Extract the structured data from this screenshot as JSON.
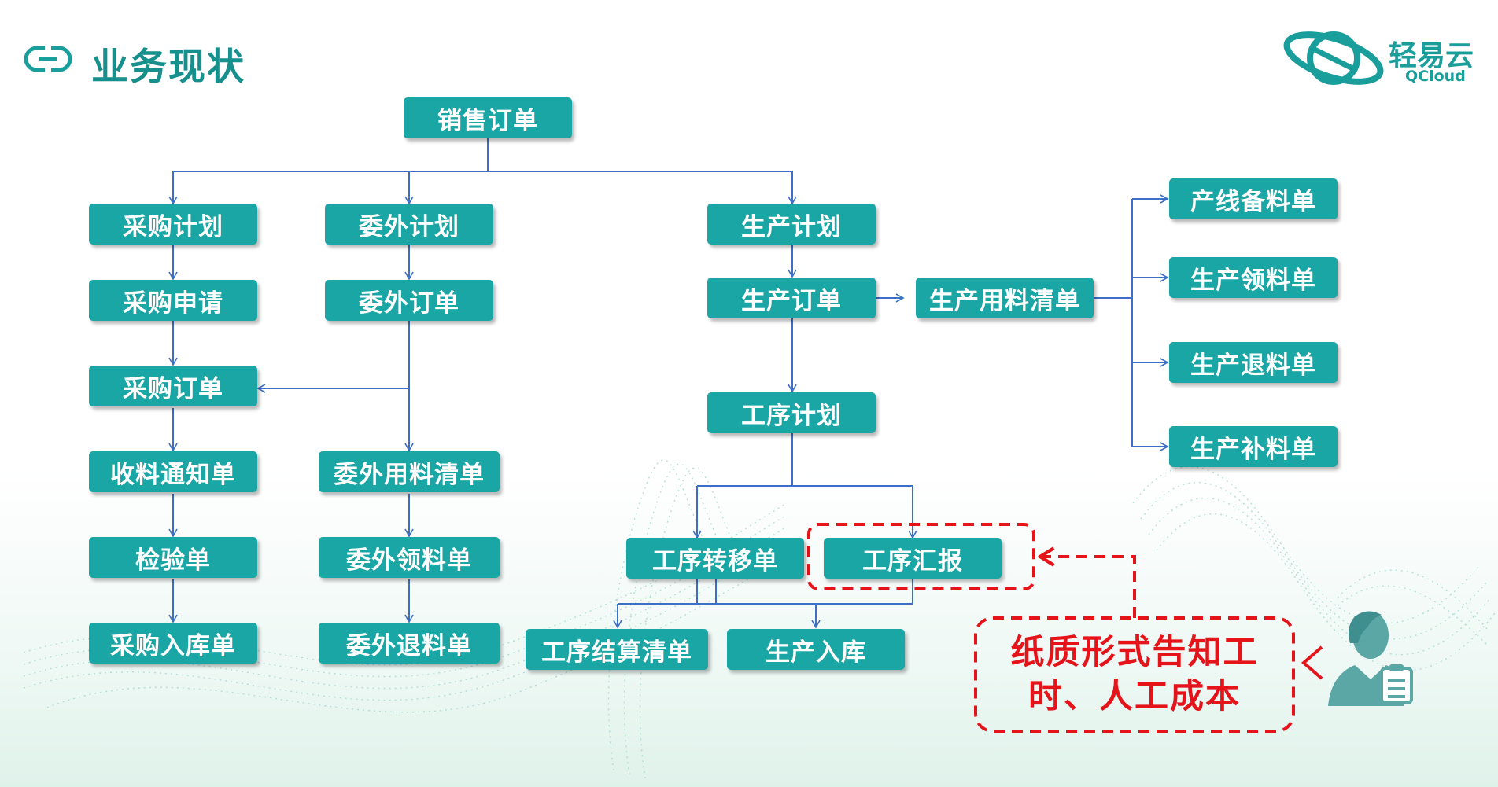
{
  "title": "业务现状",
  "logo": {
    "name": "轻易云",
    "sub": "QCloud"
  },
  "nodes": {
    "sales_order": "销售订单",
    "purchase_plan": "采购计划",
    "purchase_request": "采购申请",
    "purchase_order": "采购订单",
    "receipt_notice": "收料通知单",
    "inspection": "检验单",
    "purchase_inbound": "采购入库单",
    "outsource_plan": "委外计划",
    "outsource_order": "委外订单",
    "outsource_material_list": "委外用料清单",
    "outsource_pick": "委外领料单",
    "outsource_return": "委外退料单",
    "production_plan": "生产计划",
    "production_order": "生产订单",
    "production_material_list": "生产用料清单",
    "line_prep": "产线备料单",
    "production_pick": "生产领料单",
    "production_return": "生产退料单",
    "production_supplement": "生产补料单",
    "process_plan": "工序计划",
    "process_transfer": "工序转移单",
    "process_report": "工序汇报",
    "process_settlement": "工序结算清单",
    "production_inbound": "生产入库"
  },
  "callout": {
    "line1": "纸质形式告知工",
    "line2": "时、人工成本"
  },
  "colors": {
    "node_fill": "#1aa6a4",
    "connector": "#3d6fc6",
    "highlight": "#e5141a",
    "title": "#168f8d"
  }
}
